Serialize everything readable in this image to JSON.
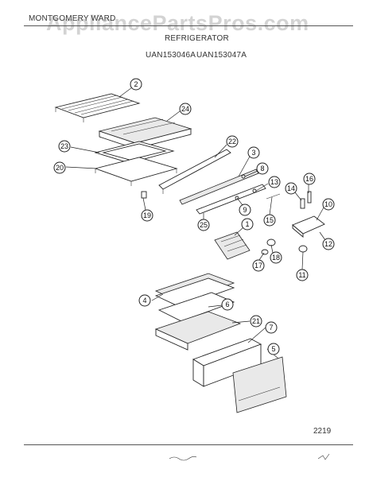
{
  "header": {
    "brand": "MONTGOMERY WARD",
    "product": "REFRIGERATOR",
    "models": [
      "UAN153046A",
      "UAN153047A"
    ]
  },
  "watermark": "AppliancePartsPros.com",
  "diagram_code": "2219",
  "callouts": [
    "2",
    "24",
    "23",
    "20",
    "19",
    "22",
    "3",
    "8",
    "25",
    "13",
    "9",
    "14",
    "16",
    "15",
    "10",
    "1",
    "12",
    "17",
    "18",
    "11",
    "4",
    "6",
    "21",
    "7",
    "5"
  ],
  "colors": {
    "ink": "#222222",
    "paper": "#ffffff",
    "watermark": "#969696"
  }
}
